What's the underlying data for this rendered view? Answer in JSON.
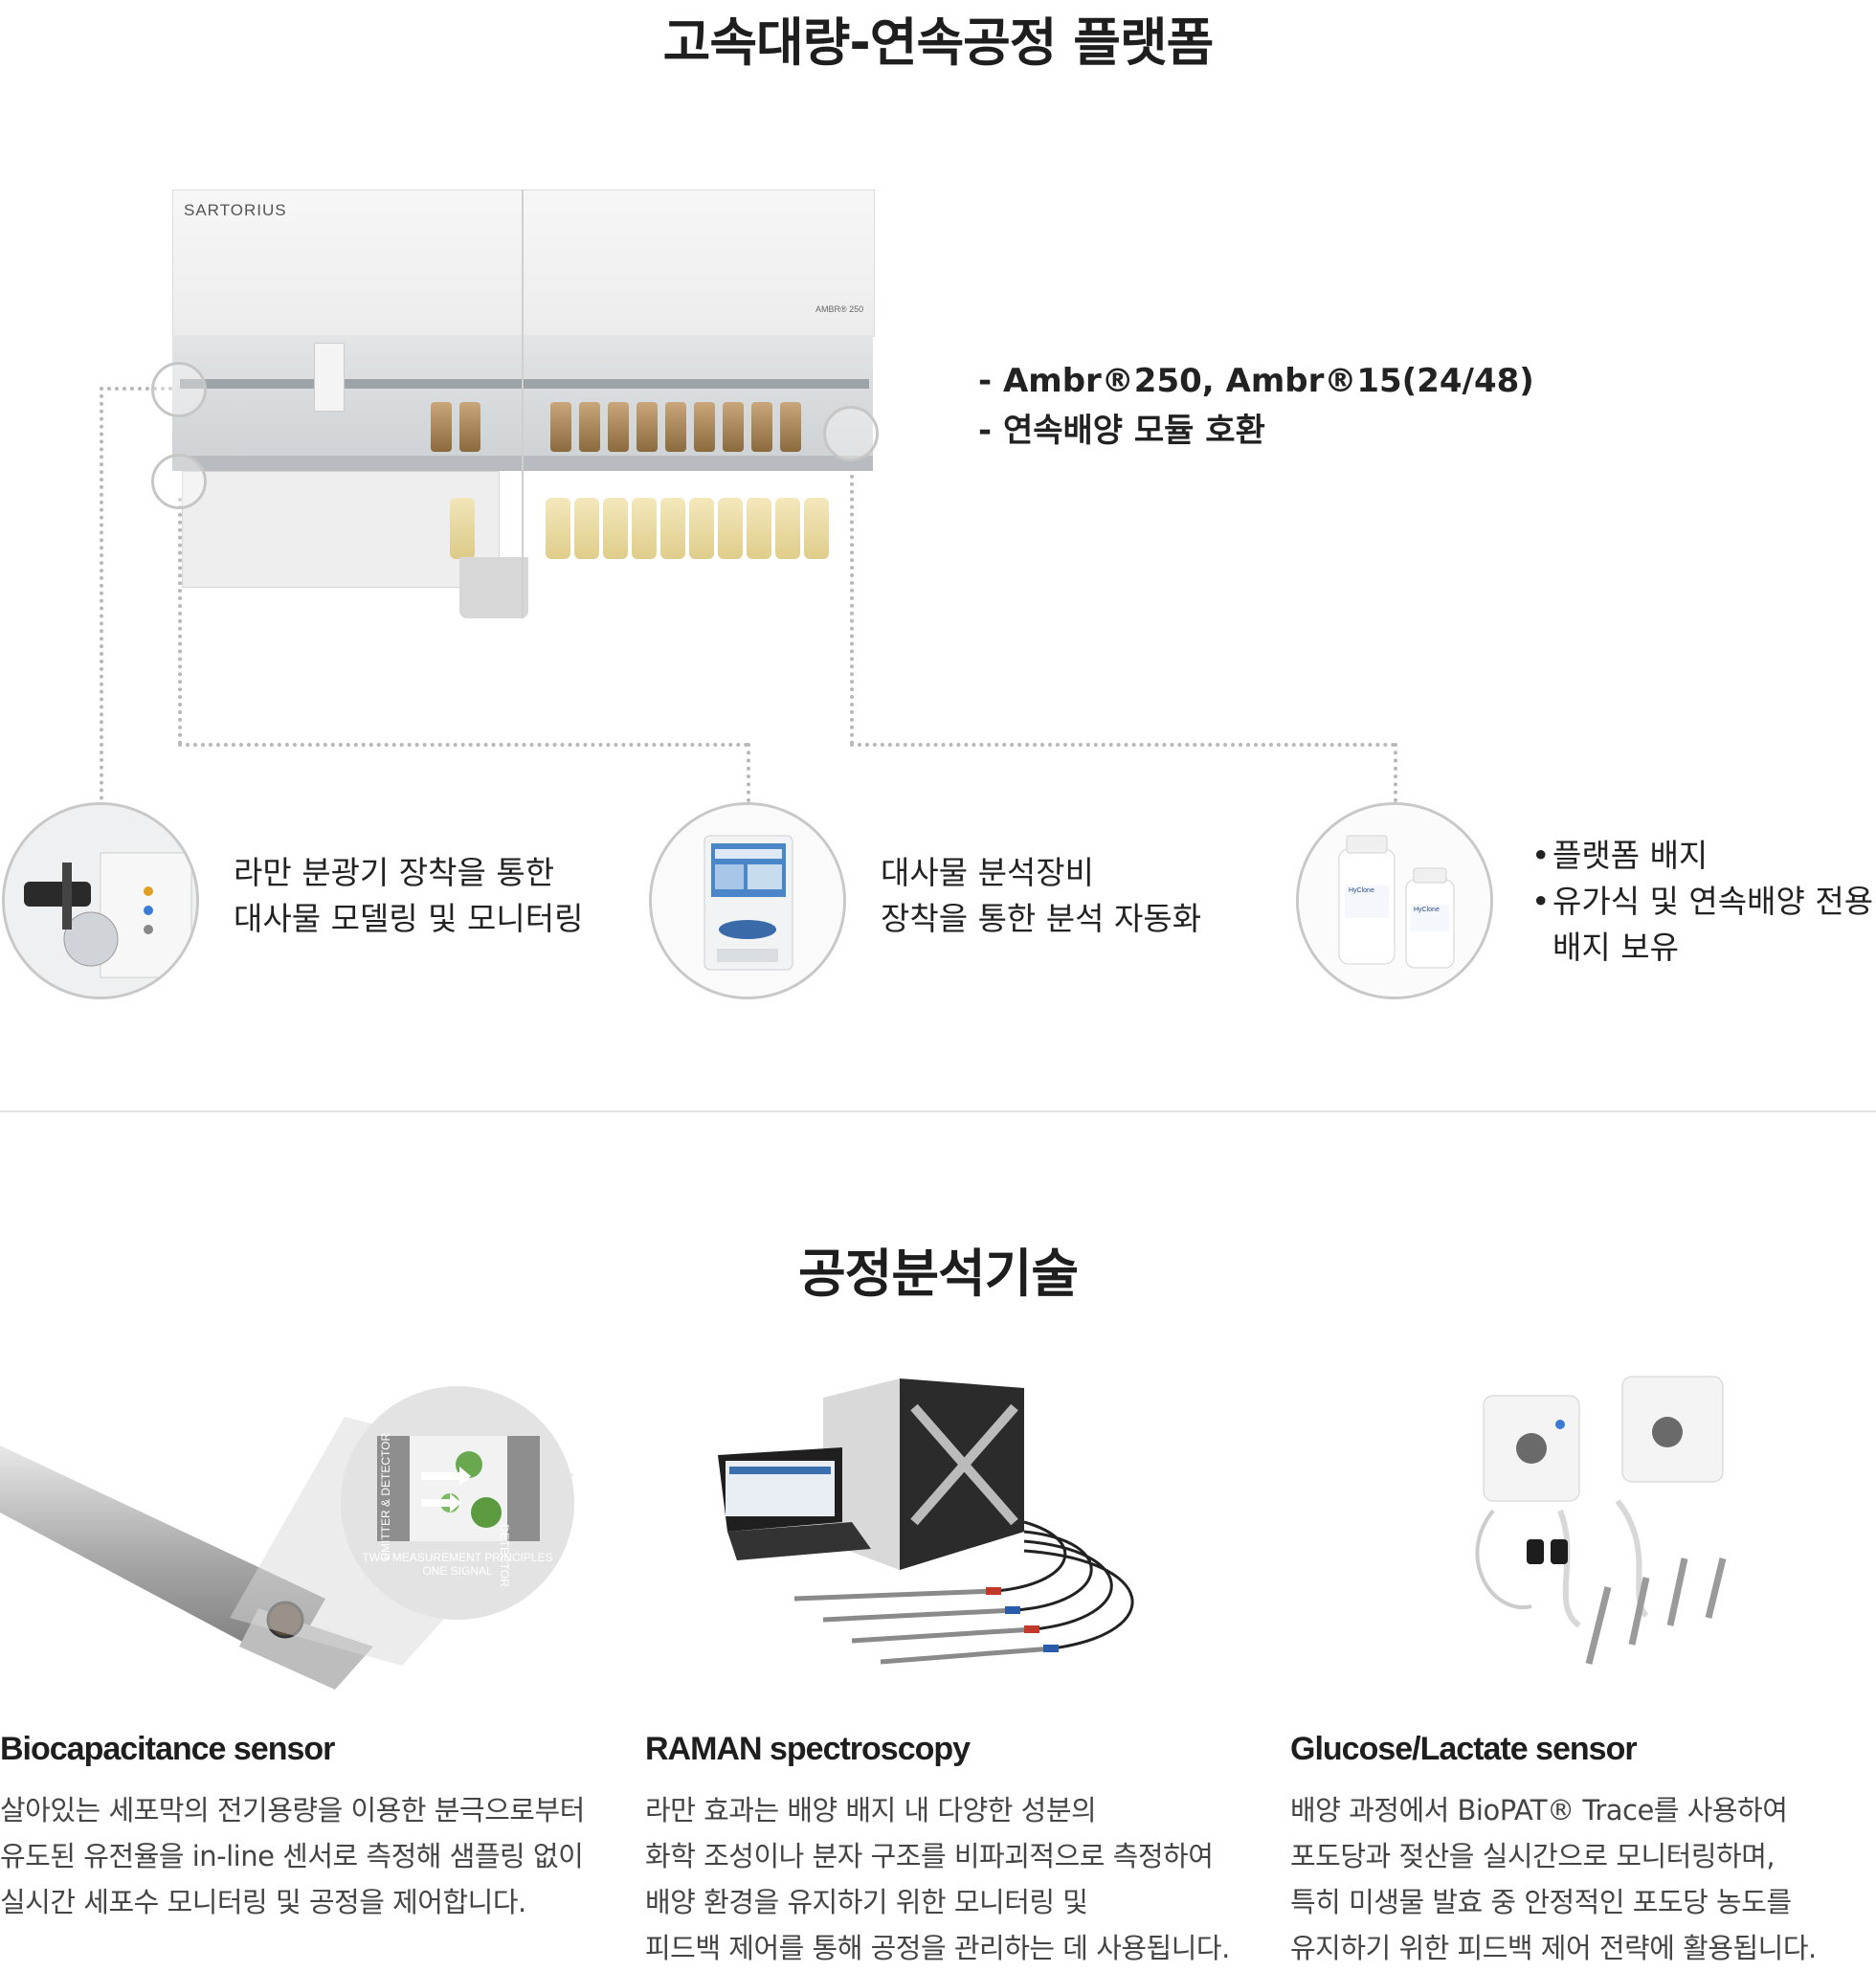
{
  "platform": {
    "title": "고속대량-연속공정 플랫폼",
    "brand": "SARTORIUS",
    "model_label": "AMBR® 250",
    "specs": [
      "- Ambr®250, Ambr®15(24/48)",
      "- 연속배양 모듈 호환"
    ],
    "features": [
      {
        "icon": "raman-spectrometer-photo",
        "lines": [
          "라만 분광기 장착을 통한",
          "대사물 모델링 및 모니터링"
        ]
      },
      {
        "icon": "metabolite-analyzer-photo",
        "lines": [
          "대사물 분석장비",
          "장착을 통한 분석 자동화"
        ]
      },
      {
        "icon": "media-bottles-photo",
        "bottle_label": "HyClone",
        "bullets": [
          "플랫폼 배지",
          "유가식 및 연속배양 전용",
          "배지 보유"
        ]
      }
    ]
  },
  "analysis": {
    "title": "공정분석기술",
    "diagram_labels": [
      "EMITTER & DETECTOR",
      "DETECTOR",
      "TWO MEASUREMENT PRINCIPLES",
      "ONE SIGNAL"
    ],
    "cards": [
      {
        "title": "Biocapacitance sensor",
        "desc": [
          "살아있는 세포막의 전기용량을 이용한 분극으로부터",
          "유도된 유전율을 in-line 센서로 측정해 샘플링 없이",
          "실시간 세포수 모니터링 및 공정을 제어합니다."
        ]
      },
      {
        "title": "RAMAN spectroscopy",
        "desc": [
          "라만 효과는 배양 배지 내 다양한 성분의",
          "화학 조성이나 분자 구조를 비파괴적으로 측정하여",
          "배양 환경을 유지하기 위한 모니터링 및",
          "피드백 제어를 통해 공정을 관리하는 데 사용됩니다."
        ]
      },
      {
        "title": "Glucose/Lactate sensor",
        "desc": [
          "배양 과정에서 BioPAT® Trace를 사용하여",
          "포도당과 젖산을 실시간으로 모니터링하며,",
          "특히 미생물 발효 중 안정적인 포도당 농도를",
          "유지하기 위한 피드백 제어 전략에 활용됩니다."
        ]
      }
    ]
  }
}
